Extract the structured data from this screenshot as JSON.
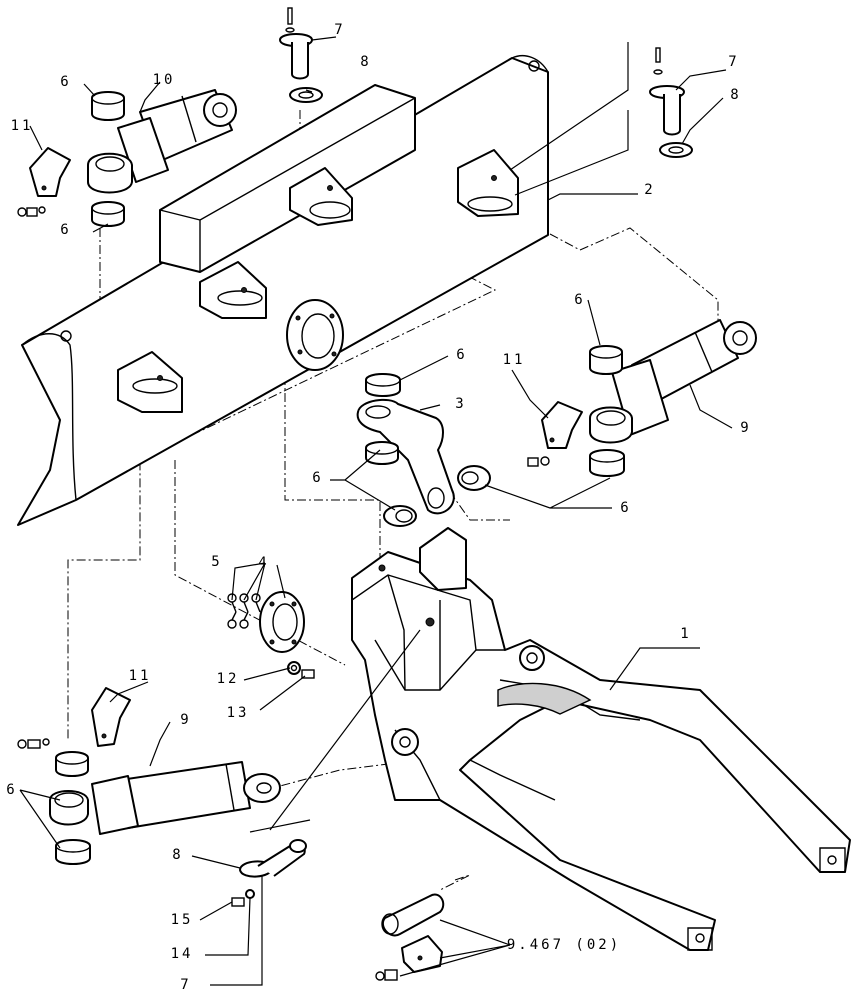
{
  "callouts": {
    "c1": "1",
    "c2": "2",
    "c3": "3",
    "c4": "4",
    "c5": "5",
    "c6": "6",
    "c7": "7",
    "c8": "8",
    "c9": "9",
    "c10": "10",
    "c11": "11",
    "c12": "12",
    "c13": "13",
    "c14": "14",
    "c15": "15",
    "ref": "9.467 (02)"
  }
}
